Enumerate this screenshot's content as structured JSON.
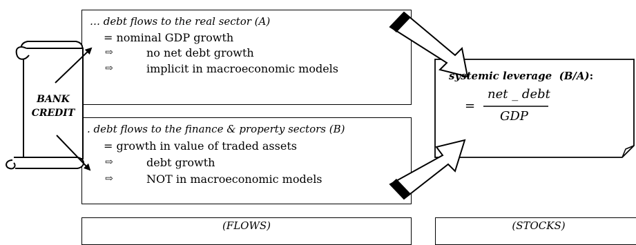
{
  "flow_a": {
    "heading": "… debt flows to the real sector (A)",
    "line1": "= nominal GDP growth",
    "bullets": [
      {
        "arrow": "⇨",
        "text": "no net debt growth"
      },
      {
        "arrow": "⇨",
        "text": "implicit in macroeconomic models"
      }
    ]
  },
  "flow_b": {
    "heading": ". debt flows to the finance & property sectors (B)",
    "line1": "= growth in  value of traded assets",
    "bullets": [
      {
        "arrow": "⇨",
        "text": "debt  growth"
      },
      {
        "arrow": "⇨",
        "text": "NOT in macroeconomic models"
      }
    ]
  },
  "bank_credit": {
    "line1": "BANK",
    "line2": "CREDIT"
  },
  "leverage": {
    "title": "systemic leverage",
    "ratio": "(B/A)",
    "colon": ":",
    "equals": "=",
    "numerator": "net _ debt",
    "denominator": "GDP"
  },
  "footer": {
    "flows": "(FLOWS)",
    "stocks": "(STOCKS)"
  }
}
